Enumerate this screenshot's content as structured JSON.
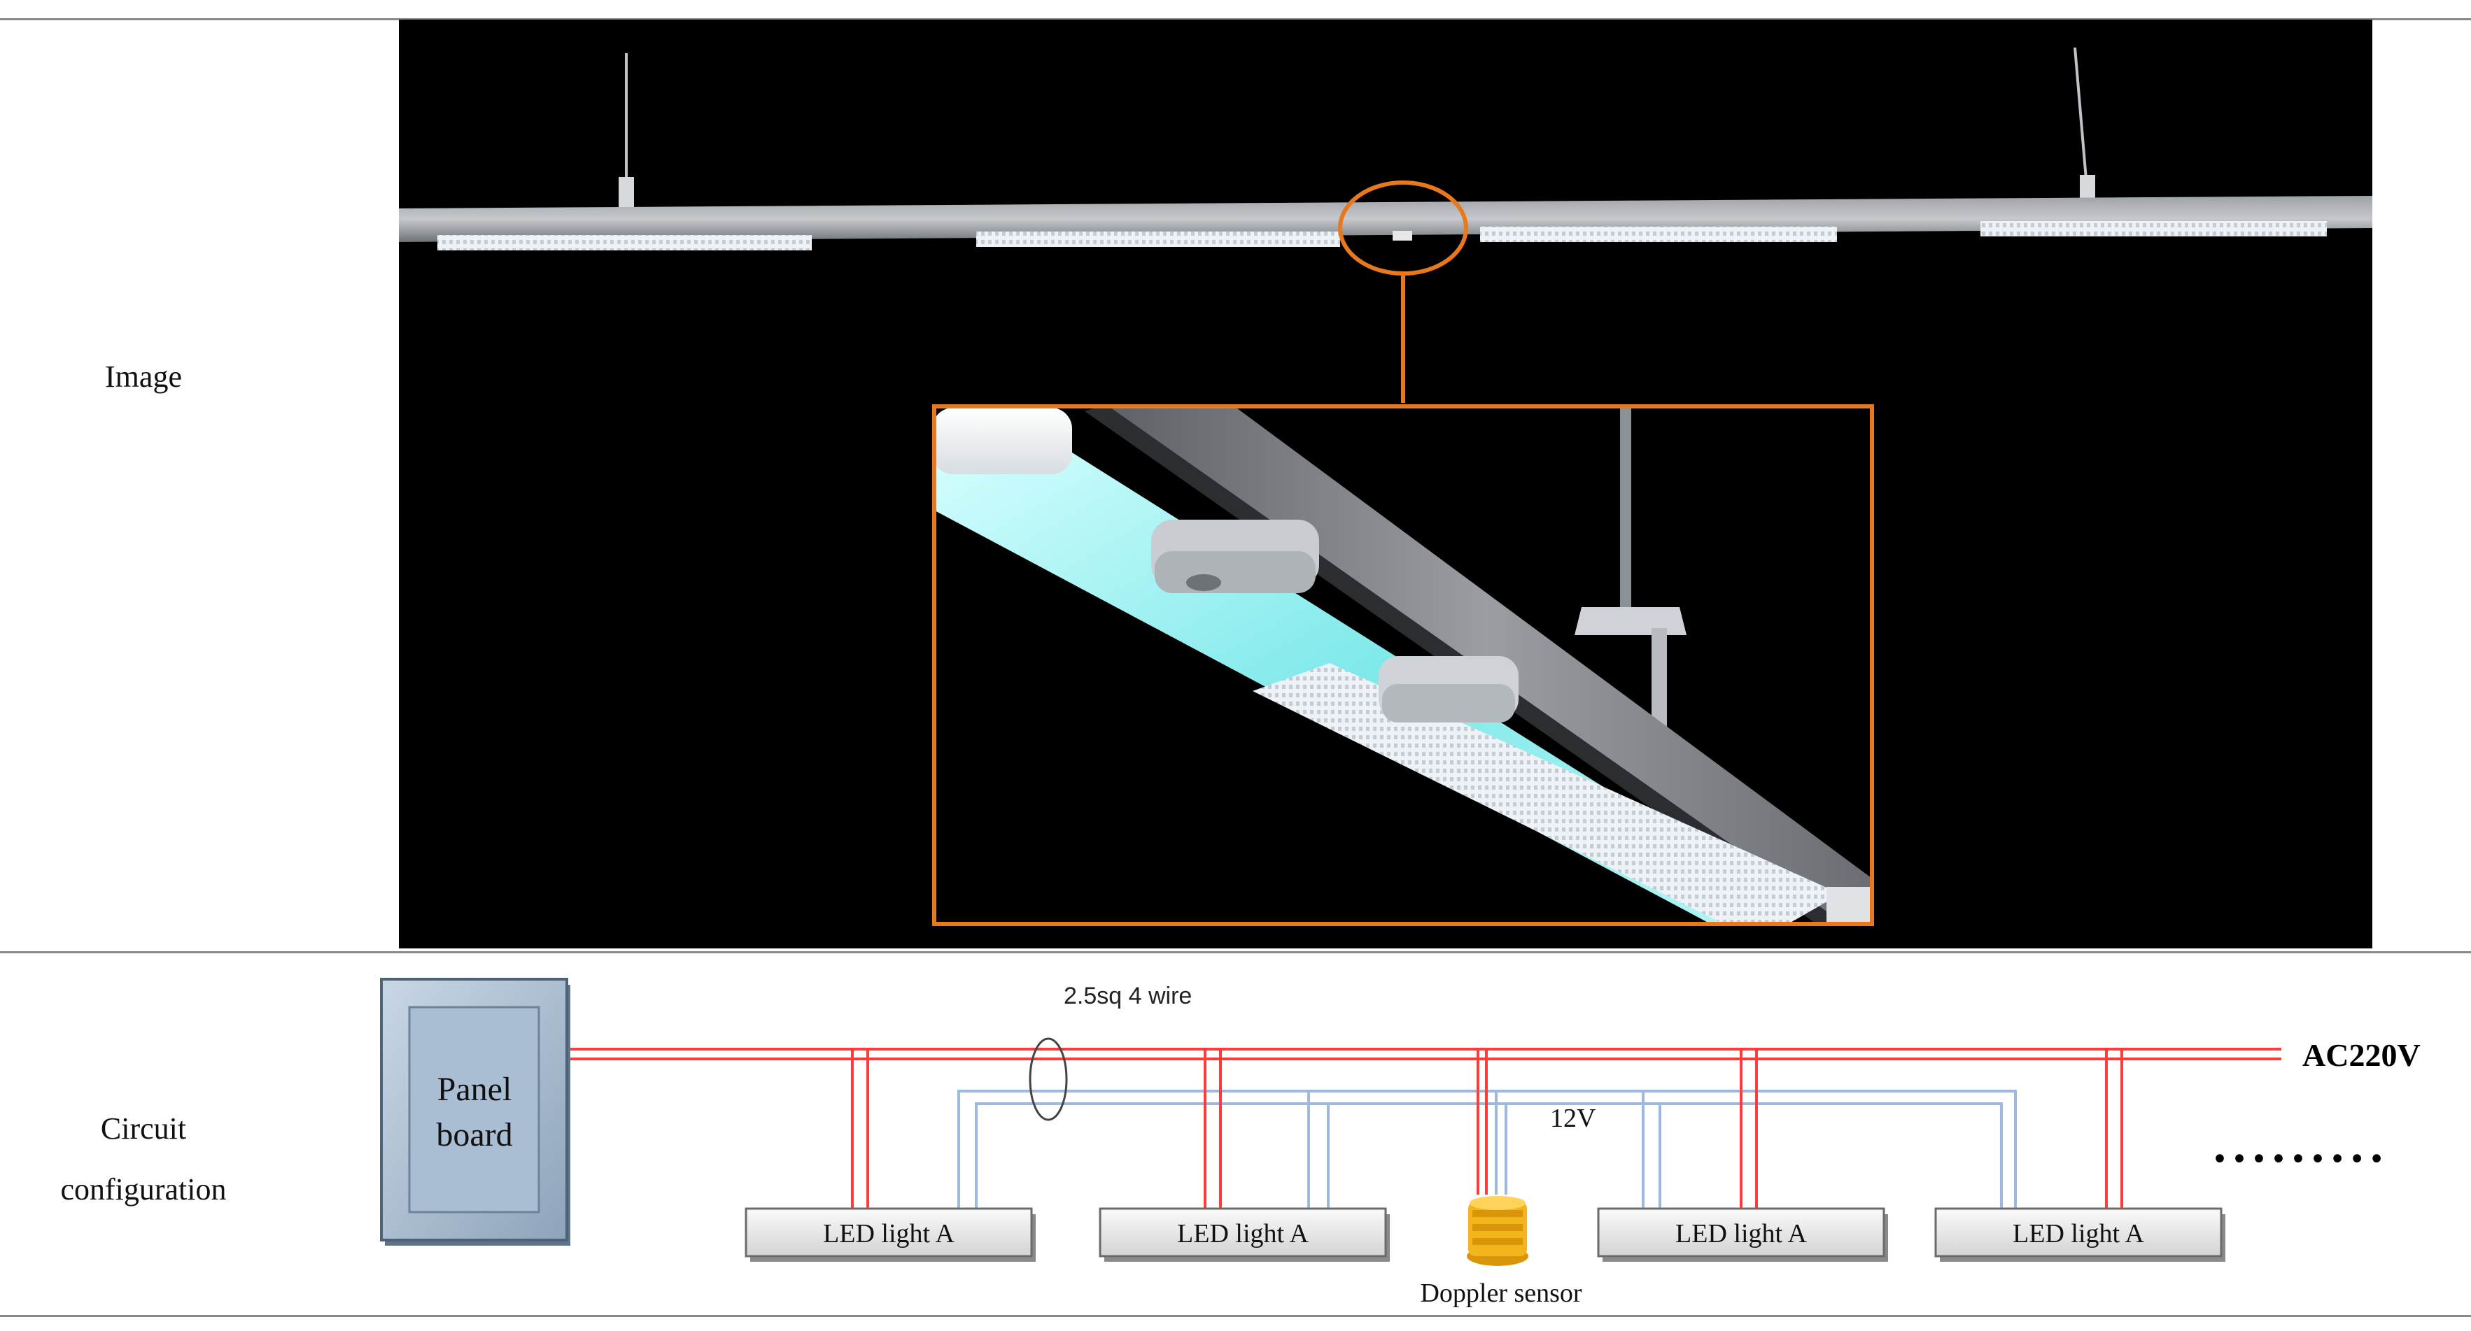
{
  "rows": {
    "image_label": "Image",
    "circuit_label_line1": "Circuit",
    "circuit_label_line2": "configuration"
  },
  "circuit": {
    "panel_line1": "Panel",
    "panel_line2": "board",
    "cable_label": "2.5sq 4 wire",
    "supply_label": "AC220V",
    "low_voltage_label": "12V",
    "continuation": "·········",
    "lights": [
      "LED light A",
      "LED light A",
      "LED light A",
      "LED light A"
    ],
    "sensor_label": "Doppler sensor"
  },
  "colors": {
    "power_line": "#ff3b3b",
    "signal_line": "#9fb9dd",
    "callout": "#e8781d",
    "panel_fill": "#a9bdd3",
    "sensor": "#f2b51c",
    "photo_bg": "#000000"
  }
}
